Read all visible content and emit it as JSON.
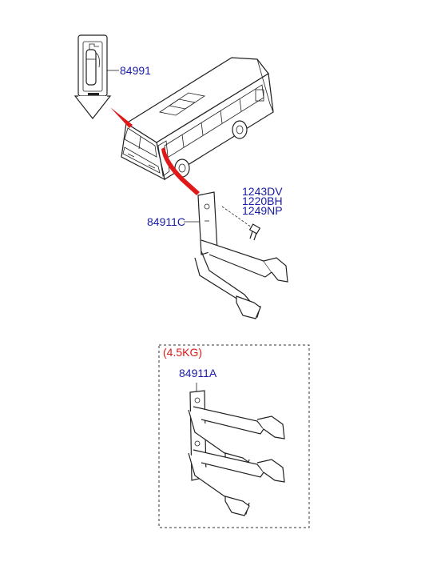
{
  "labels": {
    "extinguisher_part": "84991",
    "bolt_part_1": "1243DV",
    "bolt_part_2": "1220BH",
    "bolt_part_3": "1249NP",
    "bracket_part": "84911C",
    "kit_weight": "(4.5KG)",
    "kit_bracket_part": "84911A"
  },
  "colors": {
    "label_text": "#1a1aa8",
    "weight_text": "#e01818",
    "pointer_arrow": "#e01818",
    "line_art": "#222222"
  }
}
